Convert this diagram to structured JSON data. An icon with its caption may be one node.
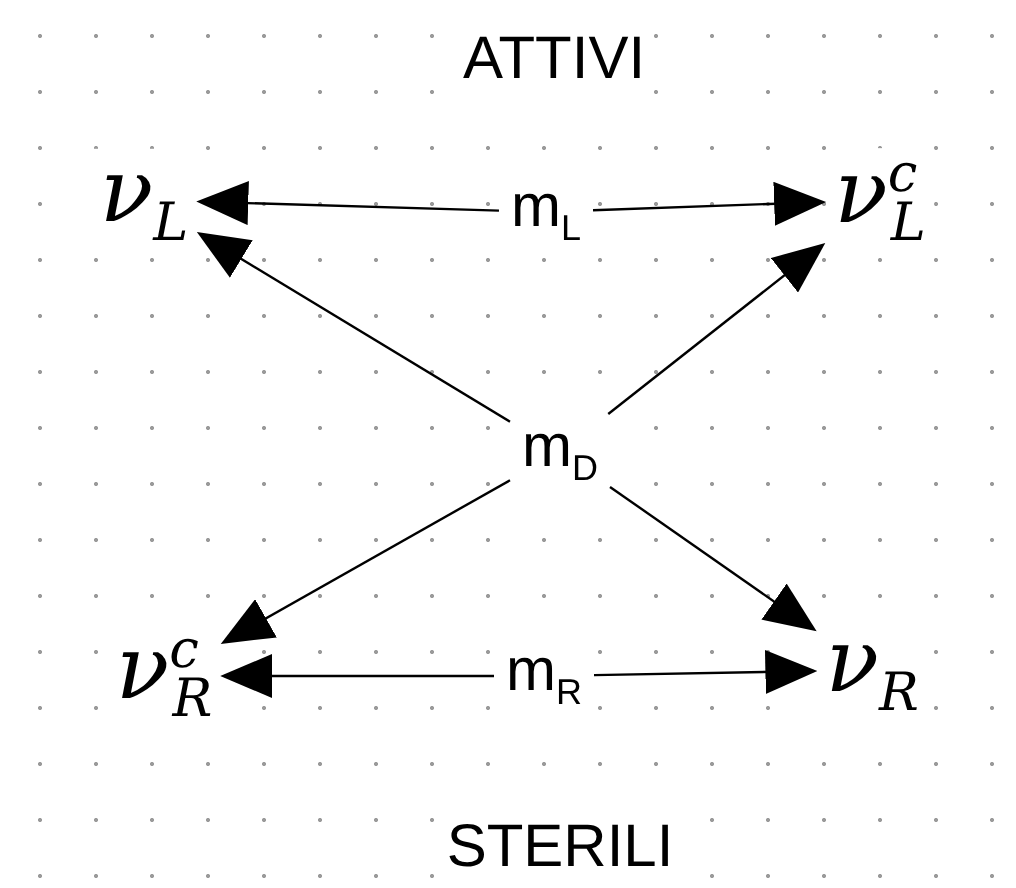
{
  "diagram": {
    "nodes": [
      {
        "text": [
          "ν$_{L}$"
        ]
      },
      {
        "text": [
          "m$_{L}$"
        ]
      },
      {
        "text": [
          "ν$^{c}$$_{L}$"
        ]
      },
      {
        "text": [
          "m$_{D}$"
        ]
      },
      {
        "text": [
          "ν$^{c}$$_{R}$"
        ]
      },
      {
        "text": [
          "m$_{R}$"
        ]
      },
      {
        "text": [
          "ν$_{R}$"
        ]
      }
    ],
    "edges": [
      {
        "from": 1,
        "to": 0,
        "arrow": "to"
      },
      {
        "from": 1,
        "to": 2,
        "arrow": "to"
      },
      {
        "from": 3,
        "to": 0,
        "arrow": "to"
      },
      {
        "from": 3,
        "to": 2,
        "arrow": "to"
      },
      {
        "from": 3,
        "to": 4,
        "arrow": "to"
      },
      {
        "from": 3,
        "to": 6,
        "arrow": "to"
      },
      {
        "from": 5,
        "to": 4,
        "arrow": "to"
      },
      {
        "from": 5,
        "to": 6,
        "arrow": "to"
      }
    ],
    "labels": [
      "ATTIVI",
      "STERILI"
    ]
  }
}
